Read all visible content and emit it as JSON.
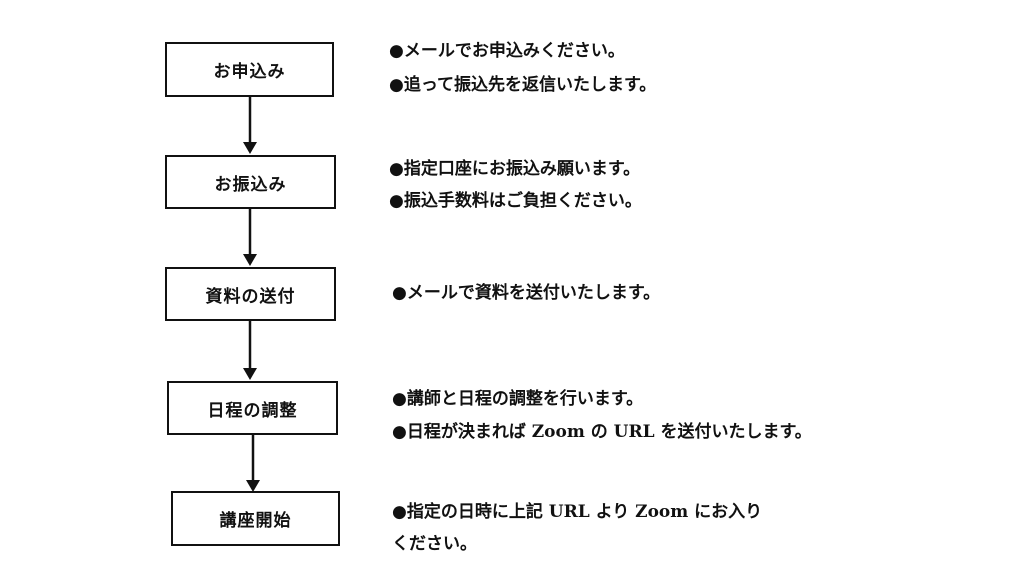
{
  "bullet": "●",
  "steps": [
    {
      "label": "お申込み",
      "lines": [
        "メールでお申込みください。",
        "追って振込先を返信いたします。"
      ]
    },
    {
      "label": "お振込み",
      "lines": [
        "指定口座にお振込み願います。",
        "振込手数料はご負担ください。"
      ]
    },
    {
      "label": "資料の送付",
      "lines": [
        "メールで資料を送付いたします。"
      ]
    },
    {
      "label": "日程の調整",
      "lines": [
        "講師と日程の調整を行います。",
        "日程が決まれば Zoom の URL を送付いたします。"
      ]
    },
    {
      "label": "講座開始",
      "lines": [
        "指定の日時に上記 URL より Zoom にお入り"
      ],
      "continuation": "ください。"
    }
  ]
}
